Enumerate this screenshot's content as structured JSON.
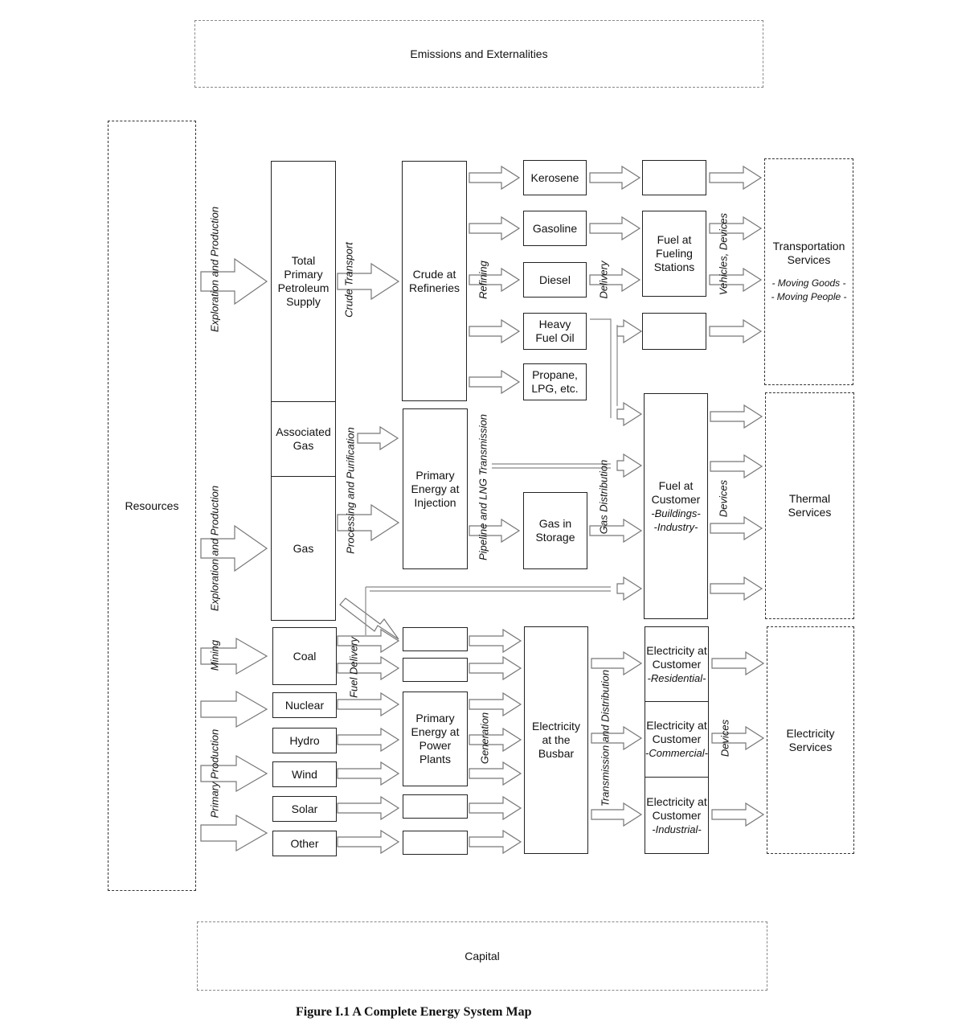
{
  "header": {
    "emissions": "Emissions and Externalities"
  },
  "footer": {
    "capital": "Capital",
    "caption": "Figure I.1    A Complete Energy System Map"
  },
  "resources": {
    "label": "Resources"
  },
  "flow_labels": {
    "exploration_1": "Exploration and Production",
    "exploration_2": "Exploration and Production",
    "mining": "Mining",
    "primary_production": "Primary Production",
    "crude_transport": "Crude Transport",
    "processing": "Processing and Purification",
    "fuel_delivery": "Fuel Delivery",
    "refining": "Refining",
    "pipeline": "Pipeline and LNG Transmission",
    "generation": "Generation",
    "delivery": "Delivery",
    "gas_distribution": "Gas Distribution",
    "transmission": "Transmission and Distribution",
    "vehicles": "Vehicles, Devices",
    "devices_thermal": "Devices",
    "devices_electric": "Devices"
  },
  "supply": {
    "petroleum": "Total\nPrimary\nPetroleum\nSupply",
    "assoc_gas": "Associated\nGas",
    "gas": "Gas",
    "coal": "Coal",
    "nuclear": "Nuclear",
    "hydro": "Hydro",
    "wind": "Wind",
    "solar": "Solar",
    "other": "Other"
  },
  "conversion": {
    "refineries": "Crude at\nRefineries",
    "injection": "Primary\nEnergy at\nInjection",
    "power_plants": "Primary\nEnergy at\nPower\nPlants"
  },
  "products": {
    "kerosene": "Kerosene",
    "gasoline": "Gasoline",
    "diesel": "Diesel",
    "heavy_fuel": "Heavy\nFuel Oil",
    "propane": "Propane,\nLPG, etc.",
    "gas_storage": "Gas in\nStorage",
    "busbar": "Electricity\nat the\nBusbar"
  },
  "customer": {
    "fueling": "Fuel at\nFueling\nStations",
    "fuel_customer": "Fuel at\nCustomer",
    "fuel_customer_sub": "-Buildings-\n-Industry-",
    "elec_res": "Electricity at\nCustomer",
    "elec_res_sub": "-Residential-",
    "elec_com": "Electricity at\nCustomer",
    "elec_com_sub": "-Commercial-",
    "elec_ind": "Electricity at\nCustomer",
    "elec_ind_sub": "-Industrial-"
  },
  "services": {
    "transport": "Transportation\nServices",
    "transport_sub": "- Moving Goods -\n- Moving People -",
    "thermal": "Thermal\nServices",
    "electric": "Electricity\nServices"
  }
}
